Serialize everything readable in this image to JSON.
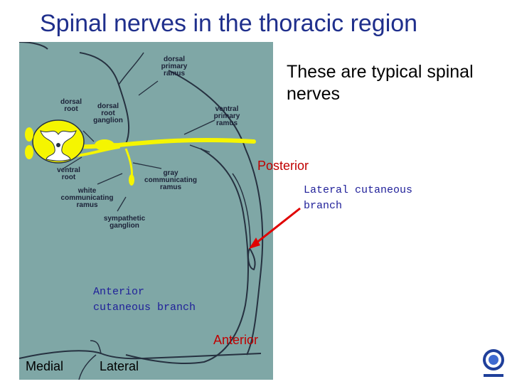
{
  "slide": {
    "title": "Spinal nerves in the thoracic region",
    "note": "These are typical spinal\nnerves"
  },
  "figure_labels": {
    "dorsal_primary_ramus": "dorsal\nprimary\nramus",
    "dorsal_root": "dorsal\nroot",
    "dorsal_root_ganglion": "dorsal\nroot\nganglion",
    "ventral_primary_ramus": "ventral\nprimary\nramus",
    "ventral_root": "ventral\nroot",
    "gray_communicating_ramus": "gray\ncommunicating\nramus",
    "white_communicating_ramus": "white\ncommunicating\nramus",
    "sympathetic_ganglion": "sympathetic\nganglion"
  },
  "overlay_labels": {
    "posterior": "Posterior",
    "lateral_cutaneous": "Lateral cutaneous\nbranch",
    "anterior_cutaneous": "Anterior\ncutaneous branch",
    "anterior": "Anterior",
    "medial": "Medial",
    "lateral": "Lateral"
  },
  "colors": {
    "title": "#1f2f8c",
    "figure_background": "#7fa7a6",
    "nerve": "#f5f500",
    "pointer_arrow": "#e00000"
  },
  "icons": {
    "seal": "university-seal-icon"
  }
}
